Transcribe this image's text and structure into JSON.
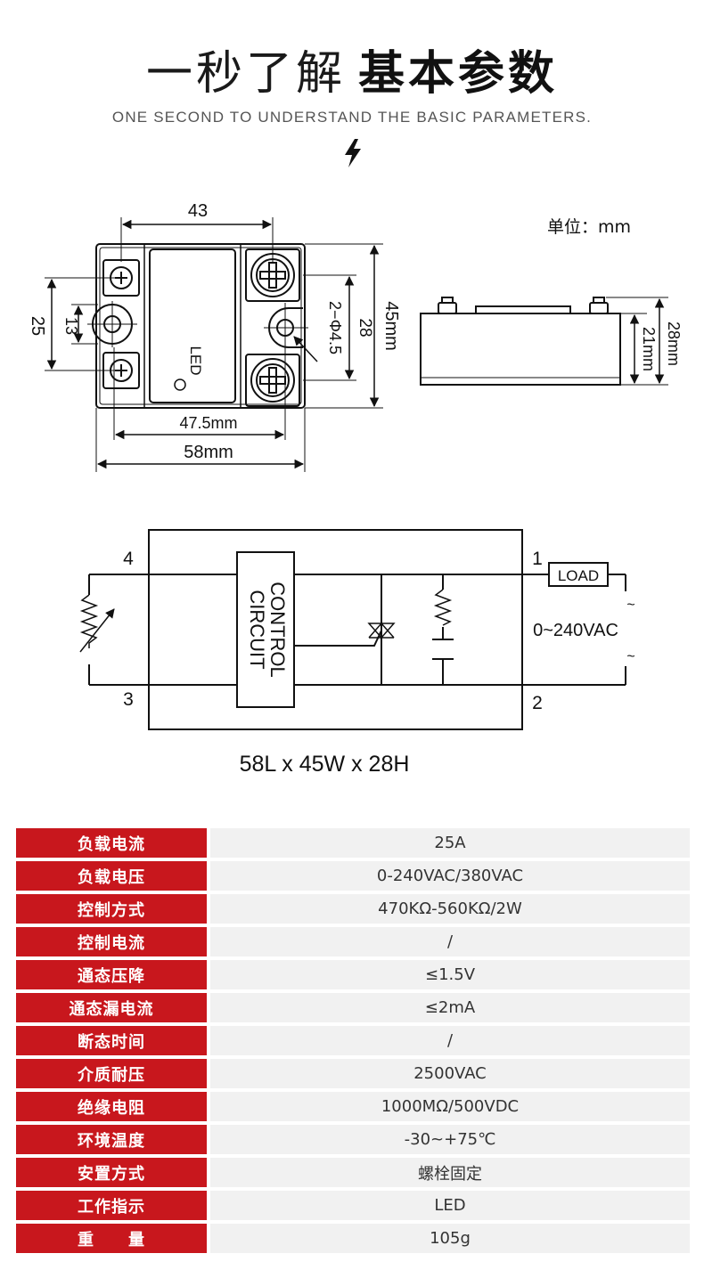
{
  "header": {
    "title_light": "一秒了解",
    "title_bold": "基本参数",
    "subtitle": "ONE SECOND TO UNDERSTAND THE BASIC PARAMETERS."
  },
  "dimension_drawing": {
    "unit_label": "单位：mm",
    "top_width": "43",
    "left_outer": "25",
    "left_inner": "13",
    "hole_spec": "2−Φ4.5",
    "right_inner": "28",
    "right_outer": "45mm",
    "hole_pitch": "47.5mm",
    "total_width": "58mm",
    "led_label": "LED",
    "side_inner": "21mm",
    "side_outer": "28mm"
  },
  "circuit": {
    "terminal_4": "4",
    "terminal_3": "3",
    "terminal_1": "1",
    "terminal_2": "2",
    "block_line1": "CONTROL",
    "block_line2": "CIRCUIT",
    "load_label": "LOAD",
    "voltage_label": "0~240VAC",
    "tilde": "~",
    "size_label": "58L  x  45W  x  28H"
  },
  "specs": [
    {
      "label": "负载电流",
      "value": "25A"
    },
    {
      "label": "负载电压",
      "value": "0-240VAC/380VAC"
    },
    {
      "label": "控制方式",
      "value": "470KΩ-560KΩ/2W"
    },
    {
      "label": "控制电流",
      "value": "/"
    },
    {
      "label": "通态压降",
      "value": "≤1.5V"
    },
    {
      "label": "通态漏电流",
      "value": "≤2mA"
    },
    {
      "label": "断态时间",
      "value": "/"
    },
    {
      "label": "介质耐压",
      "value": "2500VAC"
    },
    {
      "label": "绝缘电阻",
      "value": "1000MΩ/500VDC"
    },
    {
      "label": "环境温度",
      "value": "-30~+75℃"
    },
    {
      "label": "安置方式",
      "value": "螺栓固定"
    },
    {
      "label": "工作指示",
      "value": "LED"
    },
    {
      "label": "重　　量",
      "value": "105g"
    }
  ],
  "colors": {
    "label_bg": "#c8171d",
    "value_bg": "#f1f1f1"
  }
}
